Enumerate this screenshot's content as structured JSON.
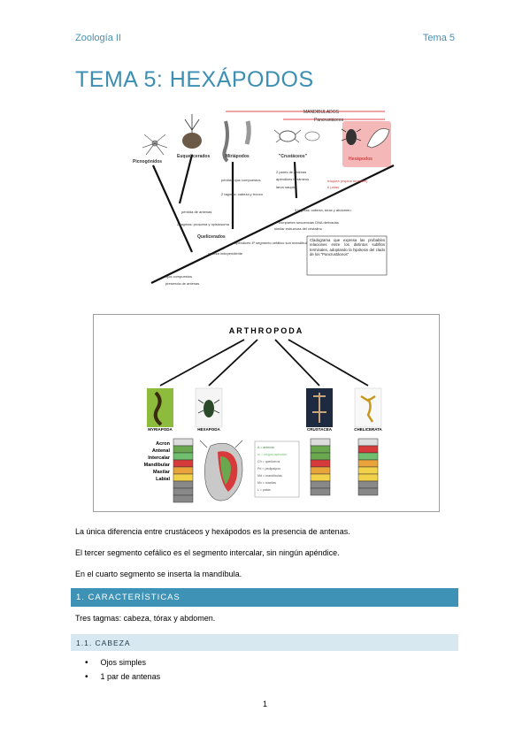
{
  "header": {
    "left": "Zoología II",
    "right": "Tema 5"
  },
  "title": "TEMA 5: HEXÁPODOS",
  "figure1": {
    "top_labels": [
      "MANDIBULADOS",
      "Pancrustáceos"
    ],
    "groups": [
      "Picnogónidos",
      "Euquelicerados",
      "Miriápodos",
      "\"Crustáceos\"",
      "Hexápodos"
    ],
    "traits": [
      "pérdida ojos compuestos",
      "2 tagmas: cabeza y tronco",
      "2 pares de antenas",
      "apéndices birrámeos",
      "larva nauplio",
      "tráquea (espiral terrestre)",
      "6 patas",
      "pérdida de antenas",
      "2 tagmas: prosoma y opistosoma",
      "Quelicerados",
      "3 tagmas: cabeza, tórax y abdomen",
      "comparten secuencias DNA derivadas",
      "similar estructura del cristalino",
      "apéndices 4º segmento cefálico son mandíbulas",
      "cabeza independiente",
      "ojos compuestos",
      "presencia de antenas"
    ],
    "caption": "Cladograma que expresa las probables relaciones entre los distintos subfilos terminales, adoptando la hipótesis del clado de los \"Pancrustáceos\""
  },
  "figure2": {
    "title": "ARTHROPODA",
    "panels": [
      "MYRIAPODA",
      "HEXAPODA",
      "CRUSTACEA",
      "CHELICERATA"
    ],
    "segments": [
      "Acron",
      "Antenal",
      "Intercalar",
      "Mandibular",
      "Maxilar",
      "Labial"
    ],
    "legend": [
      "A = antenas",
      "In = ningún apéndice",
      "Ch = quelíceros",
      "Pd = pedipalpos",
      "Md = mandíbulas",
      "Mx = maxilas",
      "L = patas"
    ]
  },
  "paragraphs": [
    "La única diferencia entre crustáceos y hexápodos es la presencia de antenas.",
    "El tercer segmento cefálico es el segmento intercalar, sin ningún apéndice.",
    "En el cuarto segmento se inserta la mandíbula."
  ],
  "section1": "1.  CARACTERÍSTICAS",
  "section1_text": "Tres tagmas: cabeza, tórax y abdomen.",
  "section2": "1.1.  CABEZA",
  "bullets": [
    "Ojos simples",
    "1 par de antenas"
  ],
  "page_number": "1",
  "colors": {
    "accent": "#3e92b6",
    "light": "#d7e8f0"
  }
}
